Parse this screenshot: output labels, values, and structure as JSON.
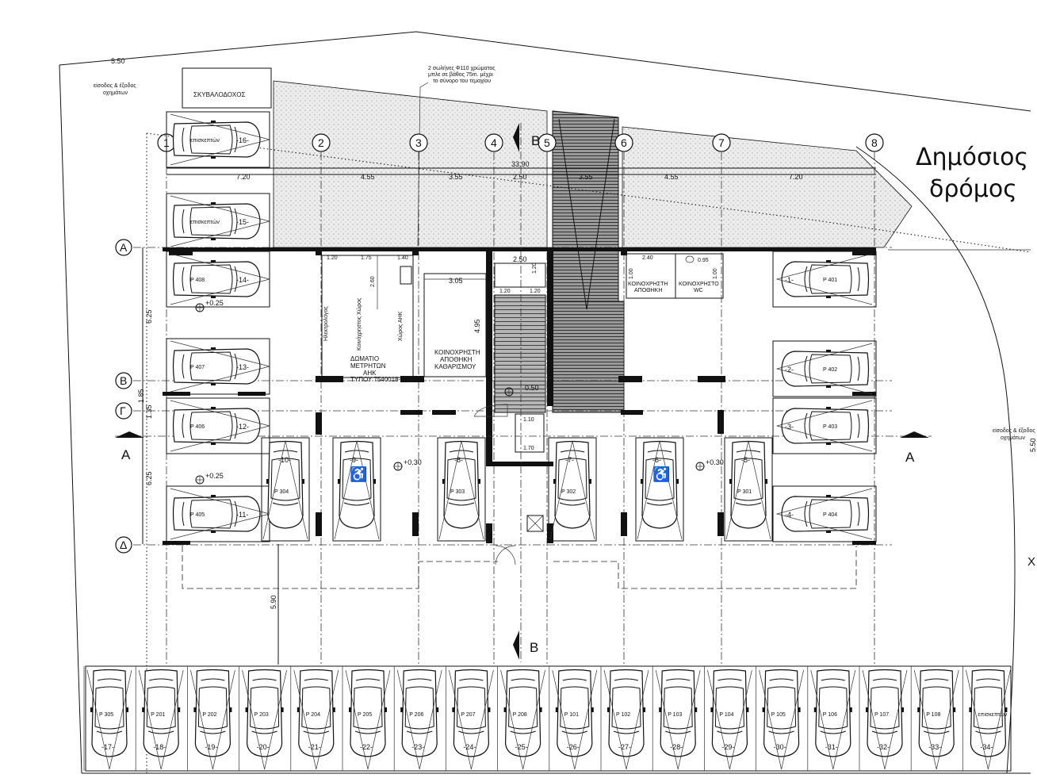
{
  "plan": {
    "road_line1": "Δημόσιος",
    "road_line2": "δρόμος",
    "entrance_left_1": "είσοδος & έξοδος",
    "entrance_left_2": "οχημάτων",
    "entrance_right_1": "είσοδος & έξοδος",
    "entrance_right_2": "οχημάτων",
    "bin_room": "ΣΚΥΒΑΛΟΔΟΧΟΣ",
    "pipe_note_1": "2 σωλήνες Φ110 χρώματος",
    "pipe_note_2": "μπλε σε βάθος 75m. μέχρι",
    "pipe_note_3": "το σύνορο του τεμαχίου",
    "meter_room_1": "ΔΩΜΑΤΙΟ",
    "meter_room_2": "ΜΕΤΡΗΤΩΝ",
    "meter_room_3": "ΑΗΚ",
    "meter_room_4": "ΤΥΠΟΥ 7540018-5",
    "cleaning_store_1": "ΚΟΙΝΟΧΡΗΣΤΗ",
    "cleaning_store_2": "ΑΠΟΘΗΚΗ",
    "cleaning_store_3": "ΚΑΘΑΡΙΣΜΟΥ",
    "common_store_1": "ΚΟΙΝΟΧΡΗΣΤΗ",
    "common_store_2": "ΑΠΟΘΗΚΗ",
    "common_wc_1": "ΚΟΙΝΟΧΡΗΣΤΟ",
    "common_wc_2": "WC",
    "electrical_room": "Ηλεκτρολόγος",
    "plumbing_space": "Κοινόχρηστος Χώρος",
    "ahk_space": "Χώρος ΑΗΚ",
    "side_cut_x": "Χ",
    "level_025_a": "+0.25",
    "level_025_b": "+0.25",
    "level_030_a": "+0.30",
    "level_030_b": "+0.30",
    "level_050": "0.50"
  },
  "grid_columns": [
    "1",
    "2",
    "3",
    "4",
    "5",
    "6",
    "7",
    "8"
  ],
  "grid_rows": [
    "Α",
    "Β",
    "Γ",
    "Δ"
  ],
  "section_labels": {
    "a_left": "Α",
    "a_right": "Α",
    "b_top": "Β",
    "b_bottom": "Β"
  },
  "dimensions": {
    "top_left_550": "5.50",
    "total": "33.90",
    "d720_l": "7.20",
    "d455_l": "4.55",
    "d355_l": "3.55",
    "d250": "2.50",
    "d355_r": "3.55",
    "d455_r": "4.55",
    "d720_r": "7.20",
    "v625_top": "6.25",
    "v135": "1.35",
    "v185": "1.85",
    "v625_bot": "6.25",
    "v590": "5.90",
    "right_550": "5.50",
    "d120": "1.20",
    "d175": "1.75",
    "d140": "1.40",
    "d260": "2.60",
    "d305": "3.05",
    "d495": "4.95",
    "d250_core": "2.50",
    "d120_core": "1.20",
    "d120_a": "1.20",
    "d120_b": "1.20",
    "d240": "2.40",
    "d100_a": "1.00",
    "d100_b": "1.00",
    "d110": "1.10",
    "d170": "1.70",
    "d095": "0.95"
  },
  "parking_left": [
    {
      "no": "-16-",
      "tag": "επισκεπτών"
    },
    {
      "no": "-15-",
      "tag": "επισκεπτών"
    },
    {
      "no": "-14-",
      "tag": "P 408"
    },
    {
      "no": "-13-",
      "tag": "P 407"
    },
    {
      "no": "-12-",
      "tag": "P 406"
    },
    {
      "no": "-11-",
      "tag": "P 405"
    }
  ],
  "parking_right": [
    {
      "no": "-1-",
      "tag": "P 401"
    },
    {
      "no": "-2-",
      "tag": "P 402"
    },
    {
      "no": "-3-",
      "tag": "P 403"
    },
    {
      "no": "-4-",
      "tag": "P 404"
    }
  ],
  "parking_vertical": [
    {
      "no": "-10-",
      "tag": "P 304"
    },
    {
      "no": "-9-",
      "tag": ""
    },
    {
      "no": "-8-",
      "tag": "P 303"
    },
    {
      "no": "-7-",
      "tag": "P 302"
    },
    {
      "no": "-6-",
      "tag": ""
    },
    {
      "no": "-5-",
      "tag": "P 301"
    }
  ],
  "parking_bottom": [
    {
      "no": "-17-",
      "tag": "P 305"
    },
    {
      "no": "-18-",
      "tag": "P 201"
    },
    {
      "no": "-19-",
      "tag": "P 202"
    },
    {
      "no": "-20-",
      "tag": "P 203"
    },
    {
      "no": "-21-",
      "tag": "P 204"
    },
    {
      "no": "-22-",
      "tag": "P 205"
    },
    {
      "no": "-23-",
      "tag": "P 206"
    },
    {
      "no": "-24-",
      "tag": "P 207"
    },
    {
      "no": "-25-",
      "tag": "P 208"
    },
    {
      "no": "-26-",
      "tag": "P 101"
    },
    {
      "no": "-27-",
      "tag": "P 102"
    },
    {
      "no": "-28-",
      "tag": "P 103"
    },
    {
      "no": "-29-",
      "tag": "P 104"
    },
    {
      "no": "-30-",
      "tag": "P 105"
    },
    {
      "no": "-31-",
      "tag": "P 106"
    },
    {
      "no": "-32-",
      "tag": "P 107"
    },
    {
      "no": "-33-",
      "tag": "P 108"
    },
    {
      "no": "-34-",
      "tag": "επισκεπτών"
    }
  ],
  "accessible_symbol": "♿",
  "colors": {
    "line": "#111111",
    "hatch_fill": "#e4e4e4",
    "background": "#ffffff"
  }
}
